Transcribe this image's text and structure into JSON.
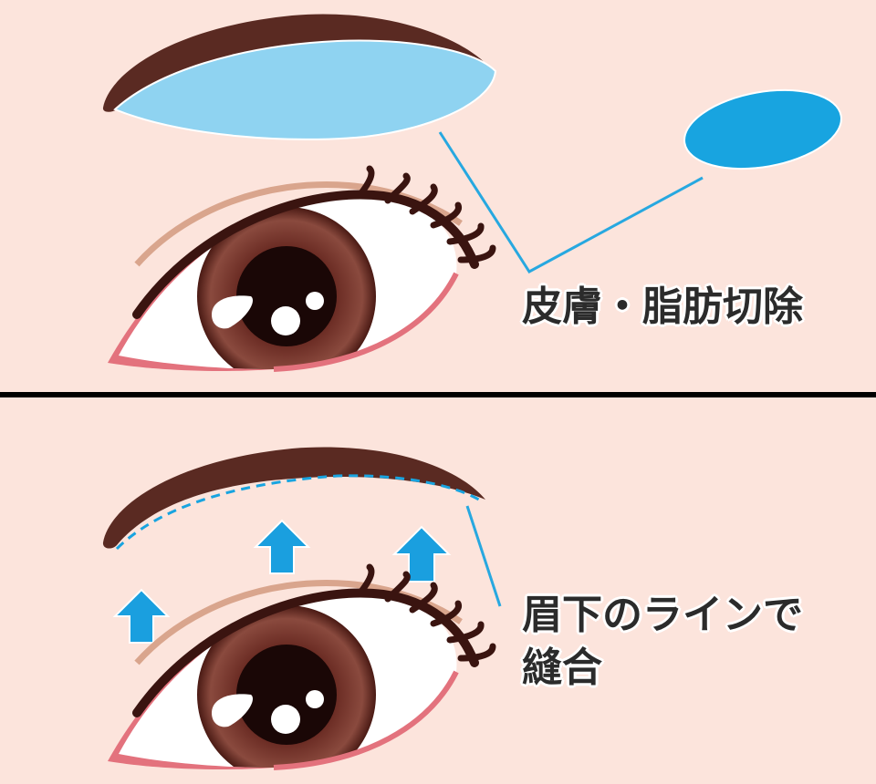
{
  "top_panel": {
    "label": "皮膚・脂肪切除"
  },
  "bottom_panel": {
    "label_lines": [
      "眉下のラインで",
      "縫合"
    ]
  },
  "colors": {
    "background": "#fce4dc",
    "divider": "#000000",
    "eyebrow": "#5a2a22",
    "excised_skin": "#8fd3f1",
    "excised_fat": "#18a4e0",
    "leader_line": "#27a8e0",
    "arrow": "#1a9fdf",
    "eyelid_crease": "#d9a58d",
    "iris": "#6a2b23",
    "pupil": "#1a0706",
    "inner_corner": "#e3727d"
  },
  "icons": [
    "eyebrow-shape",
    "eye-shape",
    "up-arrow-icon"
  ]
}
